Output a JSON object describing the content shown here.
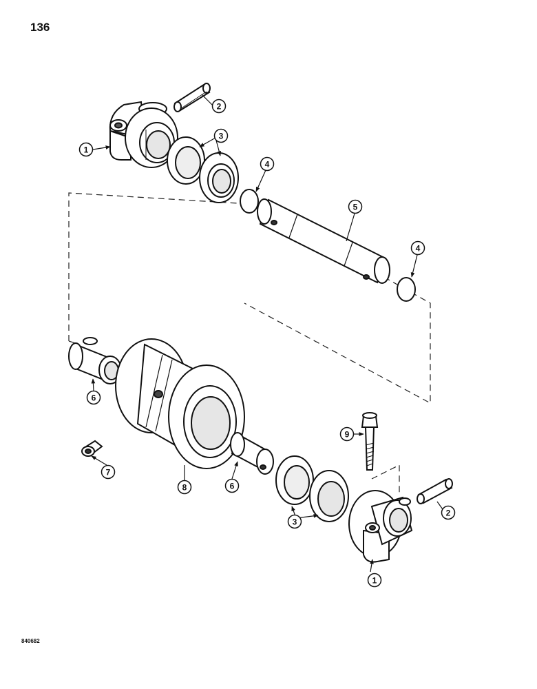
{
  "page": {
    "number": "136",
    "reference_code": "840682"
  },
  "callouts": {
    "c1a": "1",
    "c1b": "1",
    "c2a": "2",
    "c2b": "2",
    "c3a": "3",
    "c3b": "3",
    "c4a": "4",
    "c4b": "4",
    "c5": "5",
    "c6a": "6",
    "c6b": "6",
    "c7": "7",
    "c8": "8",
    "c9": "9"
  }
}
